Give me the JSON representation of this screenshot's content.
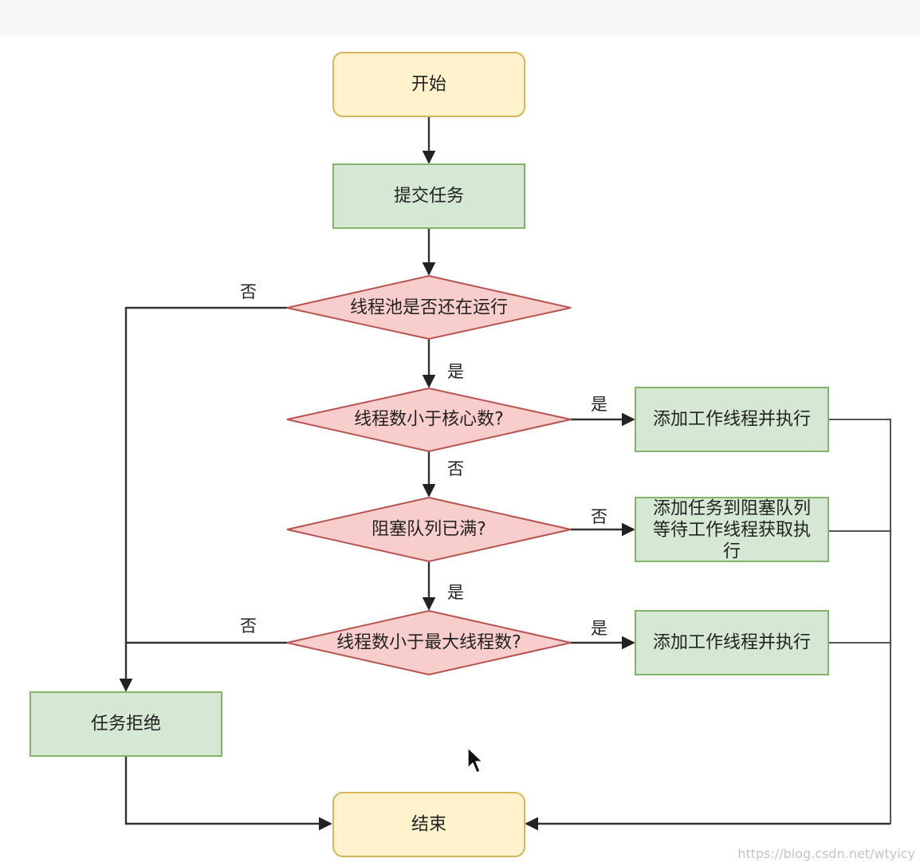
{
  "nodes": {
    "start": "开始",
    "submit": "提交任务",
    "pool_running": "线程池是否还在运行",
    "lt_core": "线程数小于核心数?",
    "queue_full": "阻塞队列已满?",
    "lt_max": "线程数小于最大线程数?",
    "add_worker_1": "添加工作线程并执行",
    "add_to_queue_line1": "添加任务到阻塞队列",
    "add_to_queue_line2": "等待工作线程获取执",
    "add_to_queue_line3": "行",
    "add_worker_2": "添加工作线程并执行",
    "reject": "任务拒绝",
    "end": "结束"
  },
  "edge_labels": {
    "running_no": "否",
    "running_yes": "是",
    "core_yes": "是",
    "core_no": "否",
    "queue_no": "否",
    "queue_yes": "是",
    "max_no": "否",
    "max_yes": "是"
  },
  "watermark": "https://blog.csdn.net/wtyicy",
  "colors": {
    "terminal_fill": "#fff2cc",
    "terminal_stroke": "#d6b656",
    "process_fill": "#d5e8d4",
    "process_stroke": "#82b366",
    "decision_fill": "#f8cecc",
    "decision_stroke": "#b85450",
    "edge": "#333333"
  }
}
